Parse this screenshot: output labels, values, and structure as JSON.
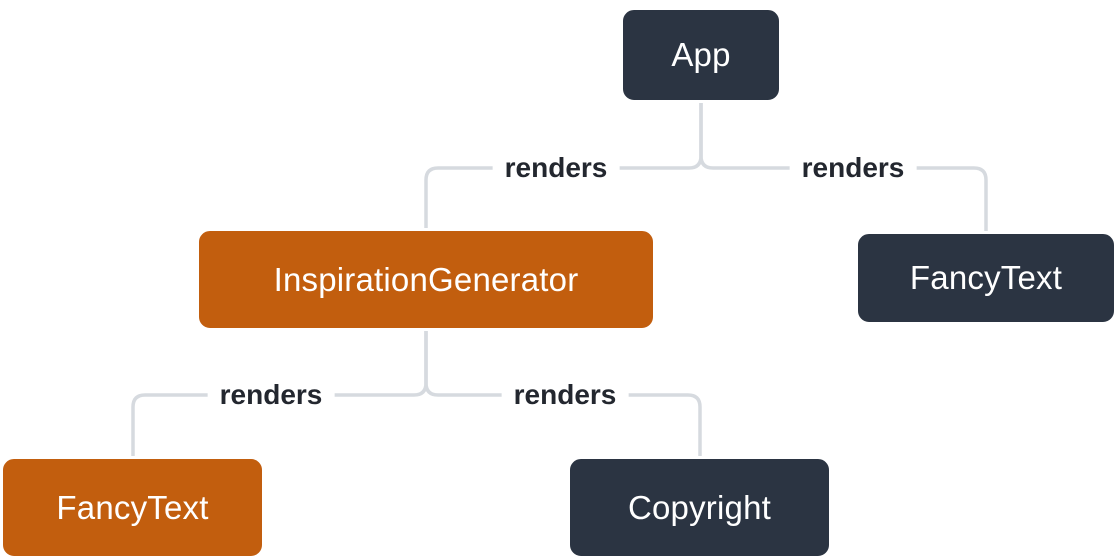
{
  "diagram": {
    "kind": "component-render-tree",
    "nodes": {
      "app": {
        "label": "App",
        "color": "#2B3442"
      },
      "inspiration_generator": {
        "label": "InspirationGenerator",
        "color": "#C25E0E"
      },
      "fancy_text_right": {
        "label": "FancyText",
        "color": "#2B3442"
      },
      "fancy_text_left": {
        "label": "FancyText",
        "color": "#C25E0E"
      },
      "copyright": {
        "label": "Copyright",
        "color": "#2B3442"
      }
    },
    "edges": [
      {
        "from": "App",
        "to": "InspirationGenerator",
        "label": "renders"
      },
      {
        "from": "App",
        "to": "FancyText",
        "label": "renders"
      },
      {
        "from": "InspirationGenerator",
        "to": "FancyText",
        "label": "renders"
      },
      {
        "from": "InspirationGenerator",
        "to": "Copyright",
        "label": "renders"
      }
    ],
    "colors": {
      "line": "#D6DADF",
      "label_text": "#23272F",
      "node_text": "#FFFFFF",
      "background": "#FFFFFF"
    }
  }
}
